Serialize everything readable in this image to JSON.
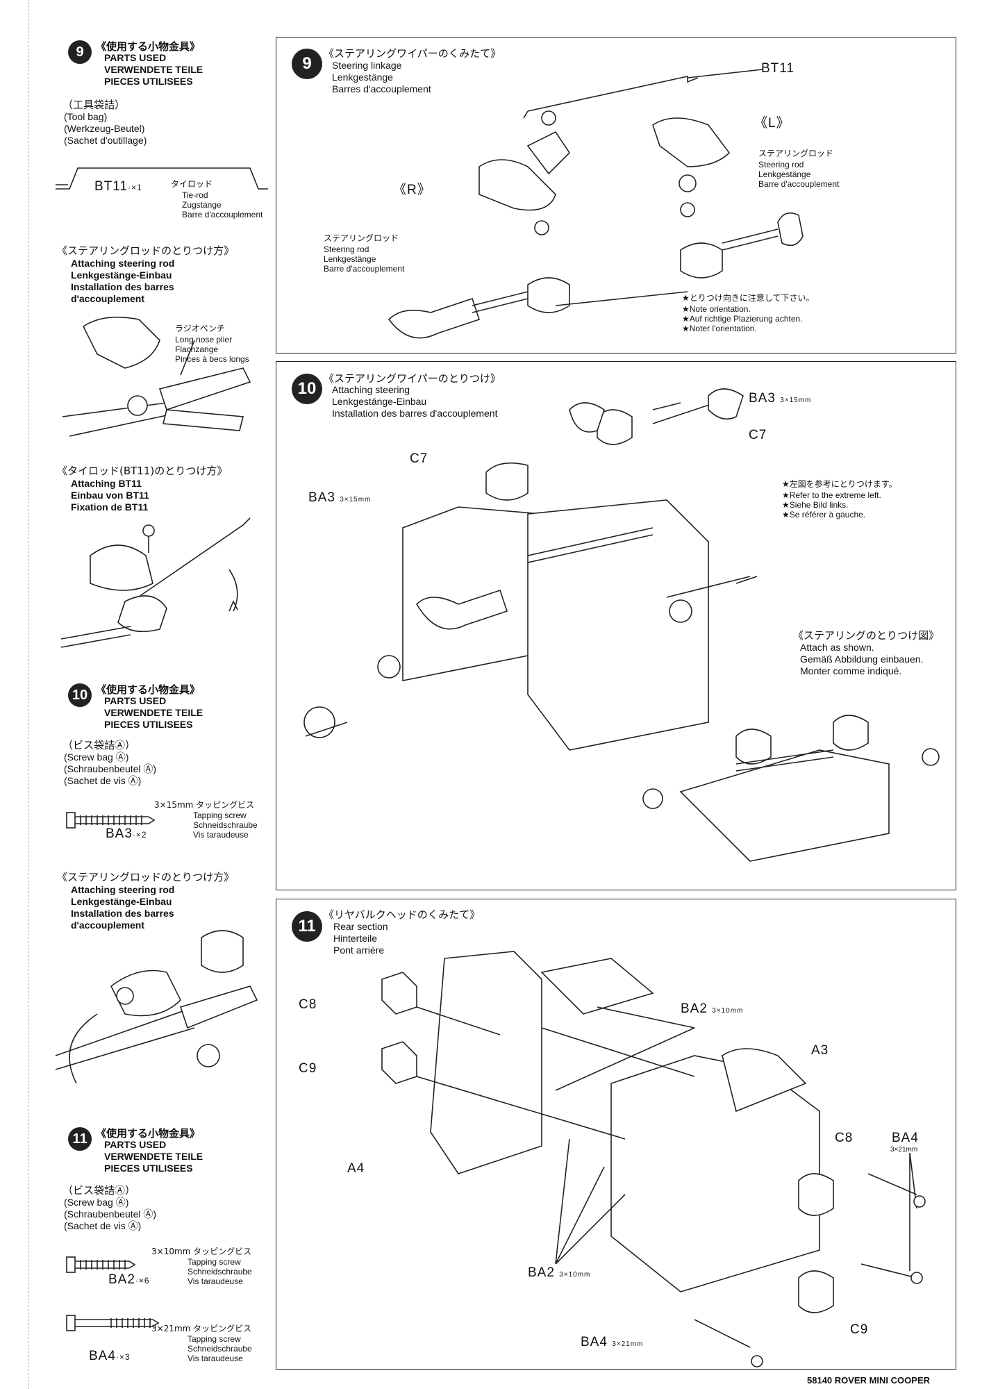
{
  "step_numbers": {
    "s9": "9",
    "s10": "10",
    "s11": "11"
  },
  "left": {
    "s9": {
      "heading_jp": "《使用する小物金具》",
      "heading_en": "PARTS USED",
      "heading_de": "VERWENDETE TEILE",
      "heading_fr": "PIECES UTILISEES",
      "bag_jp": "（工具袋詰）",
      "bag_en": "(Tool bag)",
      "bag_de": "(Werkzeug-Beutel)",
      "bag_fr": "(Sachet d'outillage)",
      "part_code": "BT11",
      "part_qty": "·×1",
      "part_jp": "タイロッド",
      "part_en": "Tie-rod",
      "part_de": "Zugstange",
      "part_fr": "Barre d'accouplement",
      "attach_jp": "《ステアリングロッドのとりつけ方》",
      "attach_en": "Attaching steering rod",
      "attach_de": "Lenkgestänge-Einbau",
      "attach_fr1": "Installation des barres",
      "attach_fr2": "d'accouplement",
      "plier_jp": "ラジオペンチ",
      "plier_en": "Long nose plier",
      "plier_de": "Flachzange",
      "plier_fr": "Pinces à becs longs",
      "bt11_jp": "《タイロッド(BT11)のとりつけ方》",
      "bt11_en": "Attaching BT11",
      "bt11_de": "Einbau von BT11",
      "bt11_fr": "Fixation de BT11"
    },
    "s10": {
      "heading_jp": "《使用する小物金具》",
      "heading_en": "PARTS USED",
      "heading_de": "VERWENDETE TEILE",
      "heading_fr": "PIECES UTILISEES",
      "bag_jp": "（ビス袋詰Ⓐ）",
      "bag_en": "(Screw bag Ⓐ)",
      "bag_de": "(Schraubenbeutel Ⓐ)",
      "bag_fr": "(Sachet de vis Ⓐ)",
      "screw_size": "3×15mm タッピングビス",
      "screw_en": "Tapping screw",
      "screw_de": "Schneidschraube",
      "screw_fr": "Vis taraudeuse",
      "screw_code": "BA3",
      "screw_qty": "·×2",
      "attach_jp": "《ステアリングロッドのとりつけ方》",
      "attach_en": "Attaching steering rod",
      "attach_de": "Lenkgestänge-Einbau",
      "attach_fr1": "Installation des barres",
      "attach_fr2": "d'accouplement"
    },
    "s11": {
      "heading_jp": "《使用する小物金具》",
      "heading_en": "PARTS USED",
      "heading_de": "VERWENDETE TEILE",
      "heading_fr": "PIECES UTILISEES",
      "bag_jp": "（ビス袋詰Ⓐ）",
      "bag_en": "(Screw bag Ⓐ)",
      "bag_de": "(Schraubenbeutel Ⓐ)",
      "bag_fr": "(Sachet de vis Ⓐ)",
      "screw1_size": "3×10mm タッピングビス",
      "screw1_en": "Tapping screw",
      "screw1_de": "Schneidschraube",
      "screw1_fr": "Vis taraudeuse",
      "screw1_code": "BA2",
      "screw1_qty": "·×6",
      "screw2_size": "3×21mm タッピングビス",
      "screw2_en": "Tapping screw",
      "screw2_de": "Schneidschraube",
      "screw2_fr": "Vis taraudeuse",
      "screw2_code": "BA4",
      "screw2_qty": "·×3"
    }
  },
  "panel9": {
    "title_jp": "《ステアリングワイパーのくみたて》",
    "title_en": "Steering linkage",
    "title_de": "Lenkgestänge",
    "title_fr": "Barres d'accouplement",
    "label_bt11": "BT11",
    "label_l": "《L》",
    "label_r": "《R》",
    "rod_right_jp": "ステアリングロッド",
    "rod_right_en": "Steering rod",
    "rod_right_de": "Lenkgestänge",
    "rod_right_fr": "Barre d'accouplement",
    "rod_left_jp": "ステアリングロッド",
    "rod_left_en": "Steering rod",
    "rod_left_de": "Lenkgestänge",
    "rod_left_fr": "Barre d'accouplement",
    "note_jp": "★とりつけ向きに注意して下さい。",
    "note_en": "★Note orientation.",
    "note_de": "★Auf richtige Plazierung achten.",
    "note_fr": "★Noter l'orientation."
  },
  "panel10": {
    "title_jp": "《ステアリングワイパーのとりつけ》",
    "title_en": "Attaching steering",
    "title_de": "Lenkgestänge-Einbau",
    "title_fr": "Installation des barres d'accouplement",
    "label_ba3_top": "BA3",
    "label_ba3_top_size": "3×15mm",
    "label_c7_right": "C7",
    "label_c7_left": "C7",
    "label_ba3_left": "BA3",
    "label_ba3_left_size": "3×15mm",
    "ref_jp": "★左図を参考にとりつけます。",
    "ref_en": "★Refer to the extreme left.",
    "ref_de": "★Siehe Bild links.",
    "ref_fr": "★Se référer à gauche.",
    "shown_jp": "《ステアリングのとりつけ図》",
    "shown_en": "Attach as shown.",
    "shown_de": "Gemäß Abbildung einbauen.",
    "shown_fr": "Monter comme indiqué."
  },
  "panel11": {
    "title_jp": "《リヤバルクヘッドのくみたて》",
    "title_en": "Rear section",
    "title_de": "Hinterteile",
    "title_fr": "Pont arrière",
    "label_c8_left": "C8",
    "label_c9_left": "C9",
    "label_ba2_top": "BA2",
    "label_ba2_top_size": "3×10mm",
    "label_a3": "A3",
    "label_a4": "A4",
    "label_c8_right": "C8",
    "label_ba4_right": "BA4",
    "label_ba4_right_size": "3×21mm",
    "label_ba2_bottom": "BA2",
    "label_ba2_bottom_size": "3×10mm",
    "label_ba4_bottom": "BA4",
    "label_ba4_bottom_size": "3×21mm",
    "label_c9_bottom": "C9"
  },
  "footer": "58140 ROVER MINI COOPER"
}
